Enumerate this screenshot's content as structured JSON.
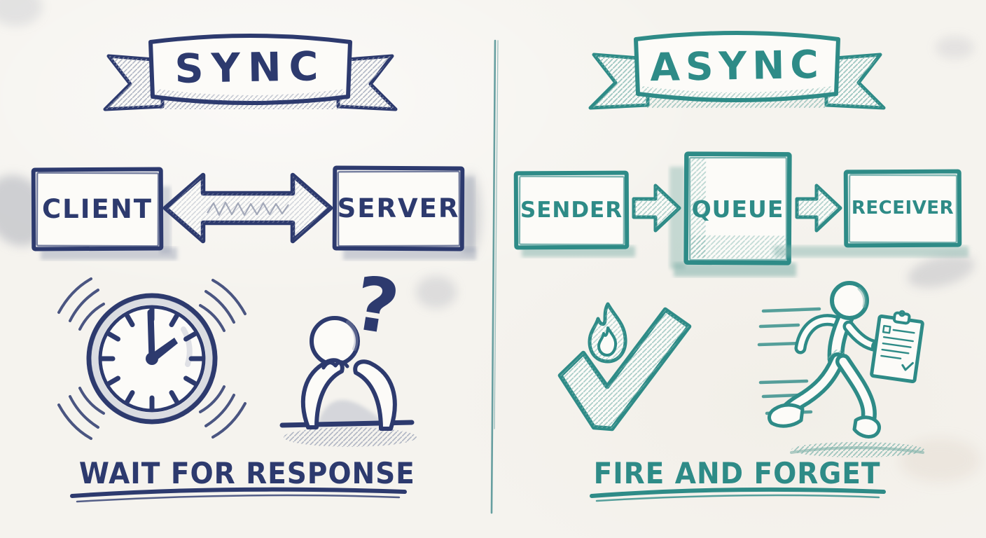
{
  "title": "SYNC vs ASYNC hand-drawn comparison",
  "colors": {
    "navy_ink": "#2d3a6e",
    "teal_ink": "#2e8b87",
    "paper": "#f5f3ee",
    "pencil_gray": "#98a0b4",
    "pencil_teal": "#79b2ab"
  },
  "left": {
    "banner_label": "SYNC",
    "boxes": [
      {
        "label": "CLIENT"
      },
      {
        "label": "SERVER"
      }
    ],
    "connector": "bidirectional-arrow",
    "question_mark": "?",
    "caption": "WAIT FOR RESPONSE",
    "icons": [
      "clock-icon",
      "waiting-person-icon",
      "question-mark"
    ]
  },
  "right": {
    "banner_label": "ASYNC",
    "boxes": [
      {
        "label": "SENDER"
      },
      {
        "label": "QUEUE"
      },
      {
        "label": "RECEIVER"
      }
    ],
    "connectors": [
      "arrow-right-icon",
      "arrow-right-icon"
    ],
    "caption": "FIRE AND FORGET",
    "icons": [
      "flame-icon",
      "checkmark-icon",
      "runner-with-clipboard-icon"
    ]
  }
}
